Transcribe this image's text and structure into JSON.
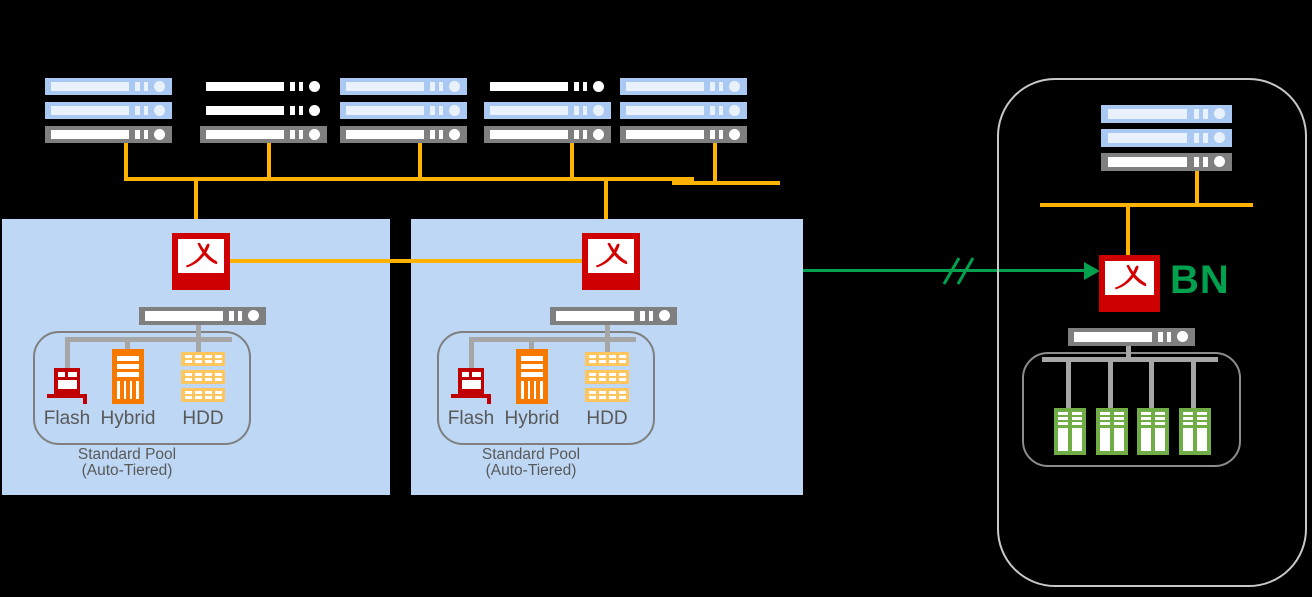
{
  "diagram": {
    "pools": [
      {
        "tiers": [
          "Flash",
          "Hybrid",
          "HDD"
        ],
        "caption_line1": "Standard Pool",
        "caption_line2": "(Auto-Tiered)"
      },
      {
        "tiers": [
          "Flash",
          "Hybrid",
          "HDD"
        ],
        "caption_line1": "Standard Pool",
        "caption_line2": "(Auto-Tiered)"
      }
    ],
    "remote_node_label": "BN",
    "colors": {
      "background": "#000000",
      "network_orange": "#FFB300",
      "server_blue": "#A9C8F2",
      "server_gray": "#7F7F7F",
      "panel_blue": "#BDD7F5",
      "connector_gray": "#A6A6A6",
      "pool_border_gray": "#7F7F7F",
      "remote_border_gray": "#C8C8C8",
      "node_red": "#CE0000",
      "flash_red": "#C00000",
      "hybrid_orange": "#F87900",
      "hdd_amber": "#FFC55F",
      "link_green": "#00A14E",
      "disk_green": "#70AD47",
      "label_gray": "#595959"
    }
  }
}
